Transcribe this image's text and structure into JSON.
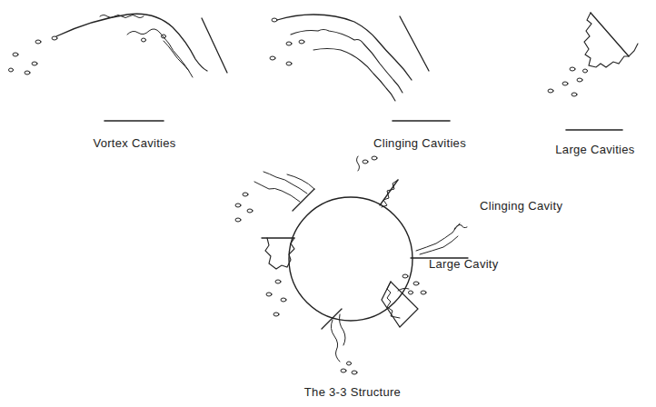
{
  "diagram": {
    "labels": [
      "Vortex Cavities",
      "Clinging Cavities",
      "Large Cavities",
      "Clinging Cavity",
      "Large Cavity",
      "The 3-3 Structure"
    ]
  }
}
